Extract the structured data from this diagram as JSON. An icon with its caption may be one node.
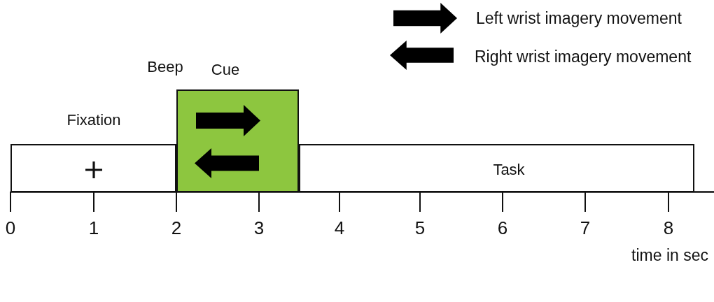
{
  "diagram": {
    "nodes": [
      {
        "text": [
          "Fixation"
        ]
      },
      {
        "text": [
          "Cue"
        ]
      },
      {
        "text": [
          "Task"
        ]
      }
    ],
    "labels": [
      "Beep",
      "0",
      "1",
      "2",
      "3",
      "4",
      "5",
      "6",
      "7",
      "8",
      "time in sec"
    ],
    "legend": [
      {
        "text": "Left wrist imagery movement"
      },
      {
        "text": "Right wrist imagery movement"
      }
    ]
  }
}
